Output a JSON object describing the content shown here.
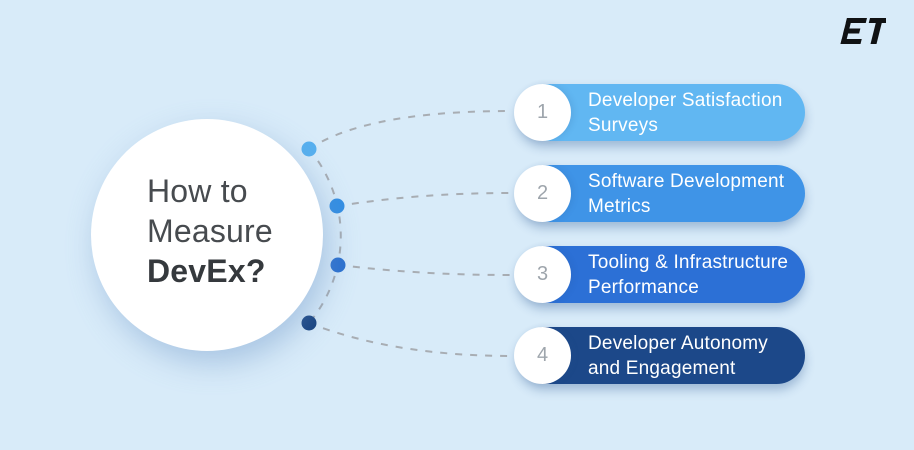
{
  "background_color": "#D8EBF9",
  "logo": {
    "text": "ET",
    "color": "#101214"
  },
  "center": {
    "line1": "How to",
    "line2": "Measure",
    "line3": "DevEx?"
  },
  "connector": {
    "color": "#A8ADB3"
  },
  "items": [
    {
      "number": "1",
      "line1": "Developer Satisfaction",
      "line2": "Surveys",
      "color": "#61B7F2",
      "dot_color": "#57B0EF"
    },
    {
      "number": "2",
      "line1": "Software Development",
      "line2": "Metrics",
      "color": "#3F94E7",
      "dot_color": "#338EE3"
    },
    {
      "number": "3",
      "line1": "Tooling & Infrastructure",
      "line2": "Performance",
      "color": "#2C70D6",
      "dot_color": "#2B70CF"
    },
    {
      "number": "4",
      "line1": "Developer Autonomy",
      "line2": "and Engagement",
      "color": "#1C4889",
      "dot_color": "#17427F"
    }
  ]
}
